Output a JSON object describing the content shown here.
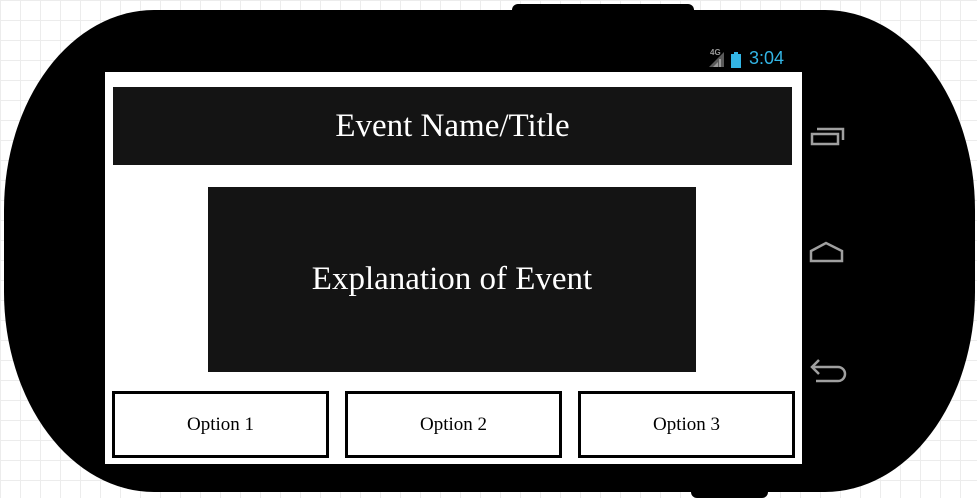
{
  "status_bar": {
    "network": "4G",
    "time": "3:04",
    "accent_color": "#33b5e5"
  },
  "event": {
    "title": "Event Name/Title",
    "explanation": "Explanation of Event"
  },
  "options": [
    {
      "label": "Option 1"
    },
    {
      "label": "Option 2"
    },
    {
      "label": "Option 3"
    }
  ],
  "nav_buttons": {
    "recent_apps": "recent-apps-icon",
    "home": "home-icon",
    "back": "back-icon"
  }
}
